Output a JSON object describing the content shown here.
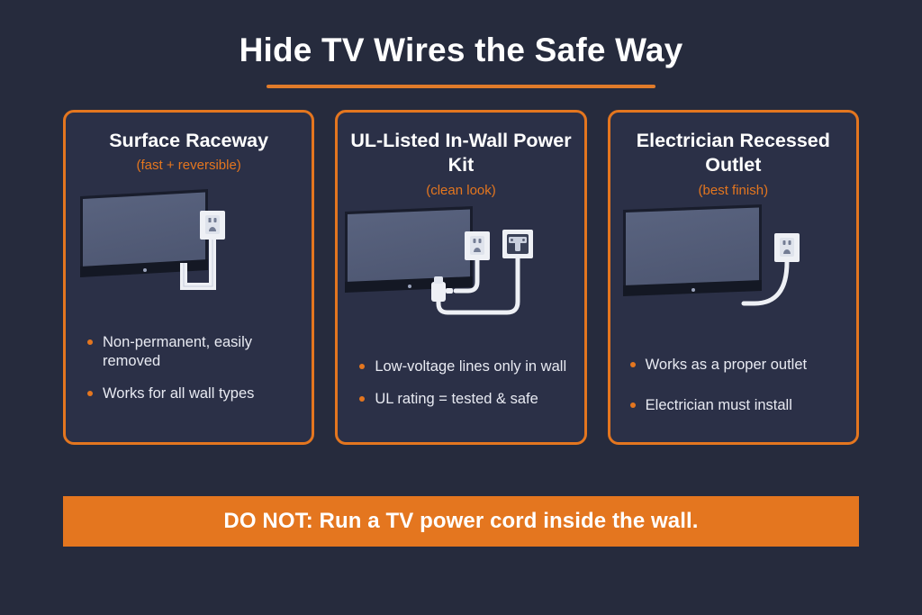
{
  "header": {
    "title": "Hide TV Wires the Safe Way",
    "rule_color": "#e07b2a"
  },
  "theme": {
    "background": "#262b3d",
    "card_background": "#2b3047",
    "accent": "#e4761f",
    "text": "#ffffff",
    "body_text": "#e8eaf2",
    "screen": "#555f7a",
    "cable": "#ffffff"
  },
  "cards": [
    {
      "title": "Surface Raceway",
      "subtitle": "(fast + reversible)",
      "illustration": "tv-with-surface-raceway",
      "bullets": [
        "Non-permanent, easily removed",
        "Works for all wall types"
      ]
    },
    {
      "title": "UL-Listed In-Wall Power Kit",
      "subtitle": "(clean look)",
      "illustration": "tv-with-inwall-power-kit",
      "bullets": [
        "Low-voltage lines only in wall",
        "UL rating = tested & safe"
      ]
    },
    {
      "title": "Electrician Recessed Outlet",
      "subtitle": "(best finish)",
      "illustration": "tv-with-recessed-outlet",
      "bullets": [
        "Works as a proper outlet",
        "Electrician must install"
      ]
    }
  ],
  "banner": {
    "text": "DO NOT: Run a TV power cord inside the wall."
  }
}
